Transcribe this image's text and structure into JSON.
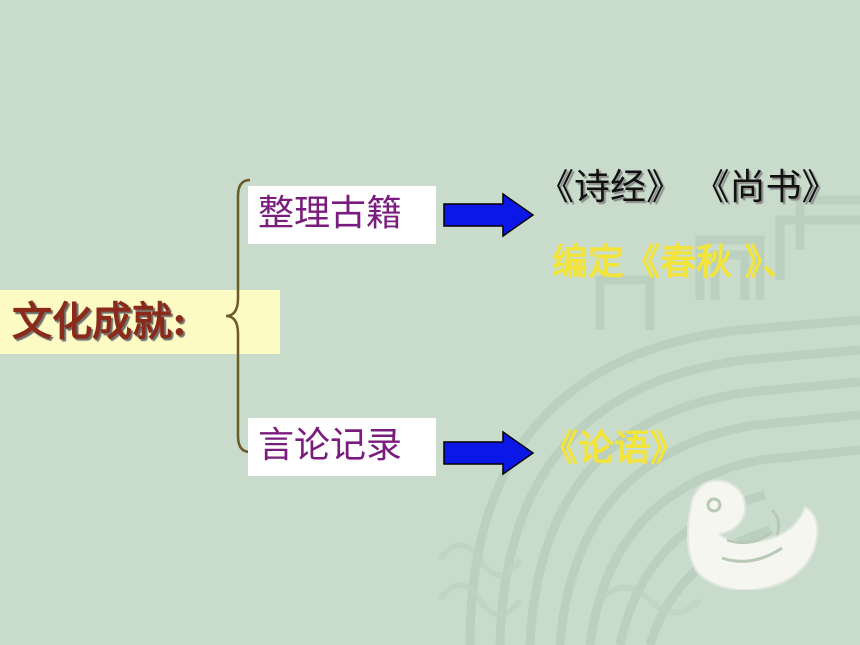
{
  "title": "文化成就:",
  "branches": [
    {
      "label": "整理古籍",
      "results": [
        "《诗经》 《尚书》",
        "编定《春秋 》、"
      ]
    },
    {
      "label": "言论记录",
      "results": [
        "《论语》"
      ]
    }
  ],
  "colors": {
    "background": "#c9dccb",
    "title_box": "#fdfbc4",
    "title_text": "#8b2a1a",
    "branch_text": "#7a1c7d",
    "arrow": "#0a17e6",
    "highlight_text": "#f2e43a"
  },
  "icons": {
    "arrow": "right-arrow-icon",
    "brace": "curly-brace-icon",
    "decoration": "jade-dragon-ornament"
  }
}
